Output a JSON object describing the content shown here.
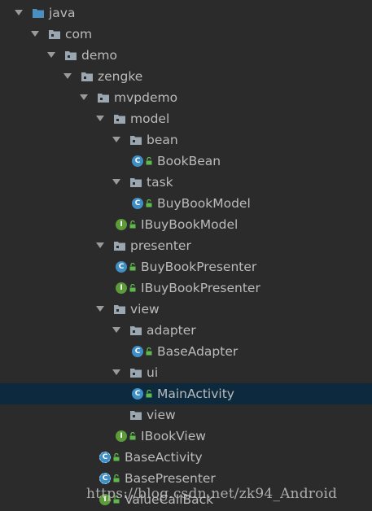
{
  "tree": {
    "colors": {
      "background": "#2b2b2b",
      "text": "#bbbbbb",
      "selected_row": "#0d293e",
      "class_icon": "#3f8fc5",
      "interface_icon": "#5c9a3a",
      "folder_icon": "#9aa7b0",
      "source_folder_icon": "#4a8ec2",
      "lock_icon": "#5fb84b"
    },
    "nodes": [
      {
        "label": "java",
        "depth": 0,
        "kind": "source-folder",
        "expanded": true
      },
      {
        "label": "com",
        "depth": 1,
        "kind": "package",
        "expanded": true
      },
      {
        "label": "demo",
        "depth": 2,
        "kind": "package",
        "expanded": true
      },
      {
        "label": "zengke",
        "depth": 3,
        "kind": "package",
        "expanded": true
      },
      {
        "label": "mvpdemo",
        "depth": 4,
        "kind": "package",
        "expanded": true
      },
      {
        "label": "model",
        "depth": 5,
        "kind": "package",
        "expanded": true
      },
      {
        "label": "bean",
        "depth": 6,
        "kind": "package",
        "expanded": true
      },
      {
        "label": "BookBean",
        "depth": 7,
        "kind": "class"
      },
      {
        "label": "task",
        "depth": 6,
        "kind": "package",
        "expanded": true
      },
      {
        "label": "BuyBookModel",
        "depth": 7,
        "kind": "class"
      },
      {
        "label": "IBuyBookModel",
        "depth": 6,
        "kind": "interface"
      },
      {
        "label": "presenter",
        "depth": 5,
        "kind": "package",
        "expanded": true
      },
      {
        "label": "BuyBookPresenter",
        "depth": 6,
        "kind": "class"
      },
      {
        "label": "IBuyBookPresenter",
        "depth": 6,
        "kind": "interface"
      },
      {
        "label": "view",
        "depth": 5,
        "kind": "package",
        "expanded": true
      },
      {
        "label": "adapter",
        "depth": 6,
        "kind": "package",
        "expanded": true
      },
      {
        "label": "BaseAdapter",
        "depth": 7,
        "kind": "class"
      },
      {
        "label": "ui",
        "depth": 6,
        "kind": "package",
        "expanded": true
      },
      {
        "label": "MainActivity",
        "depth": 7,
        "kind": "class",
        "selected": true
      },
      {
        "label": "view",
        "depth": 6,
        "kind": "package",
        "expanded": false
      },
      {
        "label": "IBookView",
        "depth": 6,
        "kind": "interface"
      },
      {
        "label": "BaseActivity",
        "depth": 5,
        "kind": "abstract-class"
      },
      {
        "label": "BasePresenter",
        "depth": 5,
        "kind": "abstract-class"
      },
      {
        "label": "ValueCallBack",
        "depth": 5,
        "kind": "interface"
      }
    ]
  },
  "watermark": "https://blog.csdn.net/zk94_Android"
}
